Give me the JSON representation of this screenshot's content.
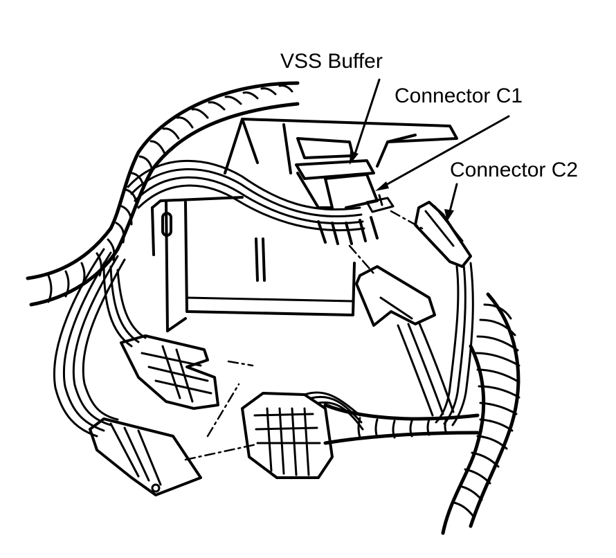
{
  "labels": {
    "vss_buffer": "VSS Buffer",
    "connector_c1": "Connector C1",
    "connector_c2": "Connector C2"
  },
  "colors": {
    "ink": "#000000",
    "paper": "#ffffff"
  }
}
